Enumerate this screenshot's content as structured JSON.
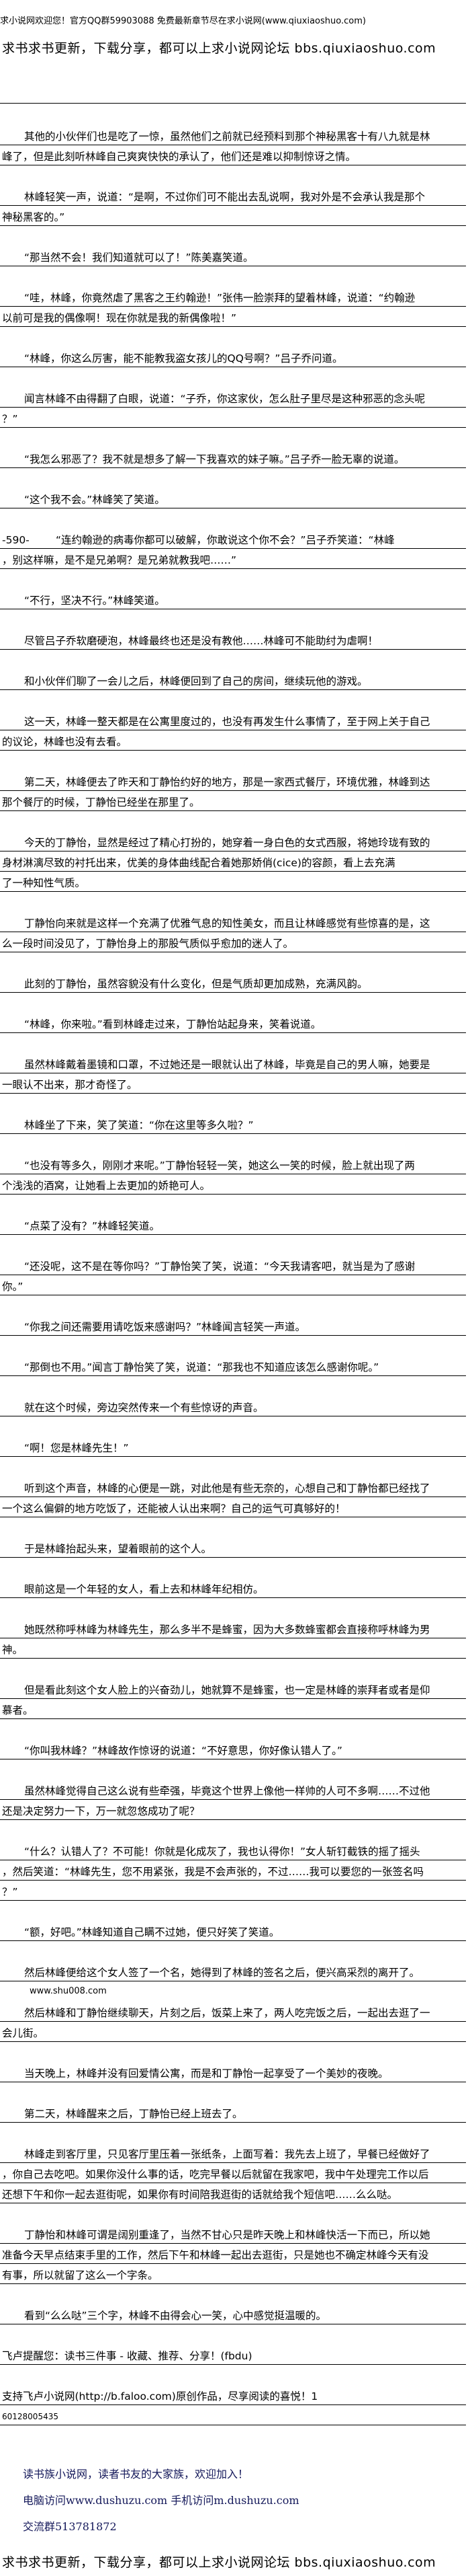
{
  "header": {
    "welcome": "求小说网欢迎您！官方QQ群59903088 免费最新章节尽在求小说网(www.qiuxiaoshuo.com)",
    "forum": "求书求书更新，下载分享，都可以上求小说网论坛 bbs.qiuxiaoshuo.com"
  },
  "paragraphs": [
    {
      "lines": [
        "其他的小伙伴们也是吃了一惊，虽然他们之前就已经预料到那个神秘黑客十有八九就是林",
        "峰了，但是此刻听林峰自己爽爽快快的承认了，他们还是难以抑制惊讶之情。"
      ]
    },
    {
      "lines": [
        "林峰轻笑一声，说道：“是啊，不过你们可不能出去乱说啊，我对外是不会承认我是那个",
        "神秘黑客的。”"
      ]
    },
    {
      "lines": [
        "“那当然不会！我们知道就可以了！”陈美嘉笑道。"
      ]
    },
    {
      "lines": [
        "“哇，林峰，你竟然虐了黑客之王约翰逊！”张伟一脸崇拜的望着林峰，说道：“约翰逊",
        "以前可是我的偶像啊！现在你就是我的新偶像啦！”"
      ]
    },
    {
      "lines": [
        "“林峰，你这么厉害，能不能教我盗女孩儿的QQ号啊？”吕子乔问道。"
      ]
    },
    {
      "lines": [
        "闻言林峰不由得翻了白眼，说道：“子乔，你这家伙，怎么肚子里尽是这种邪恶的念头呢",
        "？”"
      ]
    },
    {
      "lines": [
        "“我怎么邪恶了？我不就是想多了解一下我喜欢的妹子嘛。”吕子乔一脸无辜的说道。"
      ]
    },
    {
      "lines": [
        "“这个我不会。”林峰笑了笑道。"
      ]
    },
    {
      "marker": "-590-",
      "lines": [
        "“连约翰逊的病毒你都可以破解，你敢说这个你不会？”吕子乔笑道：“林峰",
        "，别这样嘛，是不是兄弟啊？是兄弟就教我吧……”"
      ]
    },
    {
      "lines": [
        "“不行，坚决不行。”林峰笑道。"
      ]
    },
    {
      "lines": [
        "尽管吕子乔软磨硬泡，林峰最终也还是没有教他……林峰可不能助纣为虐啊！"
      ]
    },
    {
      "lines": [
        "和小伙伴们聊了一会儿之后，林峰便回到了自己的房间，继续玩他的游戏。"
      ]
    },
    {
      "lines": [
        "这一天，林峰一整天都是在公寓里度过的，也没有再发生什么事情了，至于网上关于自己",
        "的议论，林峰也没有去看。"
      ]
    },
    {
      "lines": [
        "第二天，林峰便去了昨天和丁静怡约好的地方，那是一家西式餐厅，环境优雅，林峰到达",
        "那个餐厅的时候，丁静怡已经坐在那里了。"
      ]
    },
    {
      "lines": [
        "今天的丁静怡，显然是经过了精心打扮的，她穿着一身白色的女式西服，将她玲珑有致的",
        "身材淋漓尽致的衬托出来，优美的身体曲线配合着她那娇俏(cice)的容颜，看上去充满",
        "了一种知性气质。"
      ]
    },
    {
      "lines": [
        "丁静怡向来就是这样一个充满了优雅气息的知性美女，而且让林峰感觉有些惊喜的是，这",
        "么一段时间没见了，丁静怡身上的那股气质似乎愈加的迷人了。"
      ]
    },
    {
      "lines": [
        "此刻的丁静怡，虽然容貌没有什么变化，但是气质却更加成熟，充满风韵。"
      ]
    },
    {
      "lines": [
        "“林峰，你来啦。”看到林峰走过来，丁静怡站起身来，笑着说道。"
      ]
    },
    {
      "lines": [
        "虽然林峰戴着墨镜和口罩，不过她还是一眼就认出了林峰，毕竟是自己的男人嘛，她要是",
        "一眼认不出来，那才奇怪了。"
      ]
    },
    {
      "lines": [
        "林峰坐了下来，笑了笑道：“你在这里等多久啦？”"
      ]
    },
    {
      "lines": [
        "“也没有等多久，刚刚才来呢。”丁静怡轻轻一笑，她这么一笑的时候，脸上就出现了两",
        "个浅浅的酒窝，让她看上去更加的娇艳可人。"
      ]
    },
    {
      "lines": [
        "“点菜了没有？”林峰轻笑道。"
      ]
    },
    {
      "lines": [
        "“还没呢，这不是在等你吗？”丁静怡笑了笑，说道：“今天我请客吧，就当是为了感谢",
        "你。”"
      ]
    },
    {
      "lines": [
        "“你我之间还需要用请吃饭来感谢吗？”林峰闻言轻笑一声道。"
      ]
    },
    {
      "lines": [
        "“那倒也不用。”闻言丁静怡笑了笑，说道：“那我也不知道应该怎么感谢你呢。”"
      ]
    },
    {
      "lines": [
        "就在这个时候，旁边突然传来一个有些惊讶的声音。"
      ]
    },
    {
      "lines": [
        "“啊！您是林峰先生！”"
      ]
    },
    {
      "lines": [
        "听到这个声音，林峰的心便是一跳，对此他是有些无奈的，心想自己和丁静怡都已经找了",
        "一个这么偏僻的地方吃饭了，还能被人认出来啊？自己的运气可真够好的！"
      ]
    },
    {
      "lines": [
        "于是林峰抬起头来，望着眼前的这个人。"
      ]
    },
    {
      "lines": [
        "眼前这是一个年轻的女人，看上去和林峰年纪相仿。"
      ]
    },
    {
      "lines": [
        "她既然称呼林峰为林峰先生，那么多半不是蜂蜜，因为大多数蜂蜜都会直接称呼林峰为男",
        "神。"
      ]
    },
    {
      "lines": [
        "但是看此刻这个女人脸上的兴奋劲儿，她就算不是蜂蜜，也一定是林峰的崇拜者或者是仰",
        "慕者。"
      ]
    },
    {
      "lines": [
        "“你叫我林峰？”林峰故作惊讶的说道：“不好意思，你好像认错人了。”"
      ]
    },
    {
      "lines": [
        "虽然林峰觉得自己这么说有些牵强，毕竟这个世界上像他一样帅的人可不多啊……不过他",
        "还是决定努力一下，万一就忽悠成功了呢？"
      ]
    },
    {
      "lines": [
        "“什么？认错人了？不可能！你就是化成灰了，我也认得你！”女人斩钉截铁的摇了摇头",
        "，然后笑道：“林峰先生，您不用紧张，我是不会声张的，不过……我可以要您的一张签名吗",
        "？”"
      ]
    },
    {
      "lines": [
        "“额，好吧。”林峰知道自己瞒不过她，便只好笑了笑道。"
      ]
    },
    {
      "lines": [
        "然后林峰便给这个女人签了一个名，她得到了林峰的签名之后，便兴高采烈的离开了。"
      ],
      "ad": "www.shu008.com"
    },
    {
      "lines": [
        "然后林峰和丁静怡继续聊天，片刻之后，饭菜上来了，两人吃完饭之后，一起出去逛了一",
        "会儿街。"
      ]
    },
    {
      "lines": [
        "当天晚上，林峰并没有回爱情公寓，而是和丁静怡一起享受了一个美妙的夜晚。"
      ]
    },
    {
      "lines": [
        "第二天，林峰醒来之后，丁静怡已经上班去了。"
      ]
    },
    {
      "lines": [
        "林峰走到客厅里，只见客厅里压着一张纸条，上面写着：我先去上班了，早餐已经做好了",
        "，你自己去吃吧。如果你没什么事的话，吃完早餐以后就留在我家吧，我中午处理完工作以后",
        "还想下午和你一起去逛街呢，如果你有时间陪我逛街的话就给我个短信吧……么么哒。"
      ]
    },
    {
      "lines": [
        "丁静怡和林峰可谓是阔别重逢了，当然不甘心只是昨天晚上和林峰快活一下而已，所以她",
        "准备今天早点结束手里的工作，然后下午和林峰一起出去逛街，只是她也不确定林峰今天有没",
        "有事，所以就留了这么一个字条。"
      ]
    },
    {
      "lines": [
        "看到“么么哒”三个字，林峰不由得会心一笑，心中感觉挺温暖的。"
      ]
    },
    {
      "noindent": true,
      "lines": [
        "飞卢提醒您：读书三件事 - 收藏、推荐、分享！(fbdu)"
      ]
    },
    {
      "noindent": true,
      "lines": [
        "支持飞卢小说网(http://b.faloo.com)原创作品，尽享阅读的喜悦！1",
        "60128005435"
      ]
    }
  ],
  "footer": {
    "line1": "读书族小说网，读者书友的大家族，欢迎加入！",
    "line2": "电脑访问www.dushuzu.com 手机访问m.dushuzu.com",
    "line3": "交流群513781872",
    "forum": "求书求书更新，下载分享，都可以上求小说网论坛 bbs.qiuxiaoshuo.com"
  },
  "colors": {
    "footer_text": "#14185a",
    "text": "#000000"
  }
}
